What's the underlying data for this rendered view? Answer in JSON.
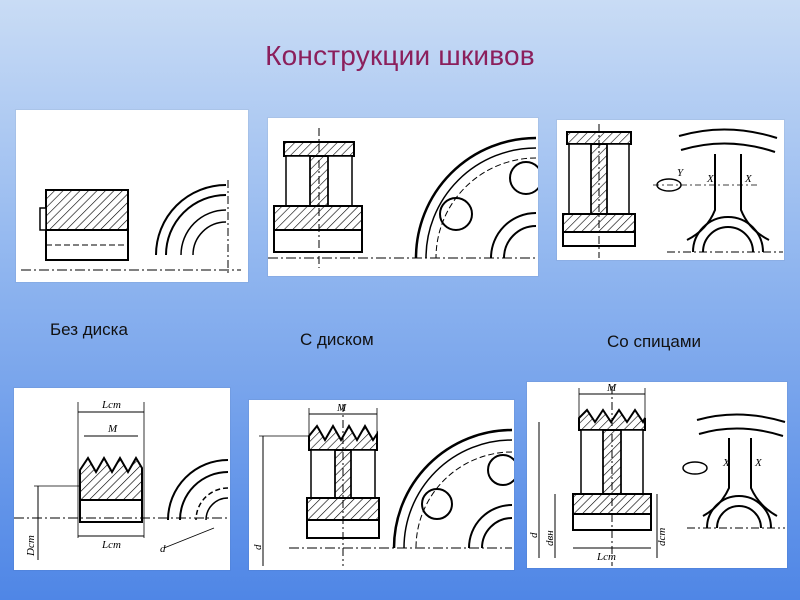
{
  "slide": {
    "title": "Конструкции шкивов"
  },
  "captions": {
    "no_disk": "Без диска",
    "with_disk": "С диском",
    "with_spokes": "Со спицами"
  },
  "dimension_labels": {
    "l_cm": "Lcm",
    "m": "M",
    "d_cm": "Dcm",
    "d": "d",
    "d_small": "d",
    "d_vn": "dвн",
    "d_cm2": "dcm",
    "x": "X",
    "y": "Y"
  },
  "colors": {
    "title": "#8b1f5c",
    "background_top": "#c9dcf5",
    "background_bottom": "#4f86e6"
  }
}
